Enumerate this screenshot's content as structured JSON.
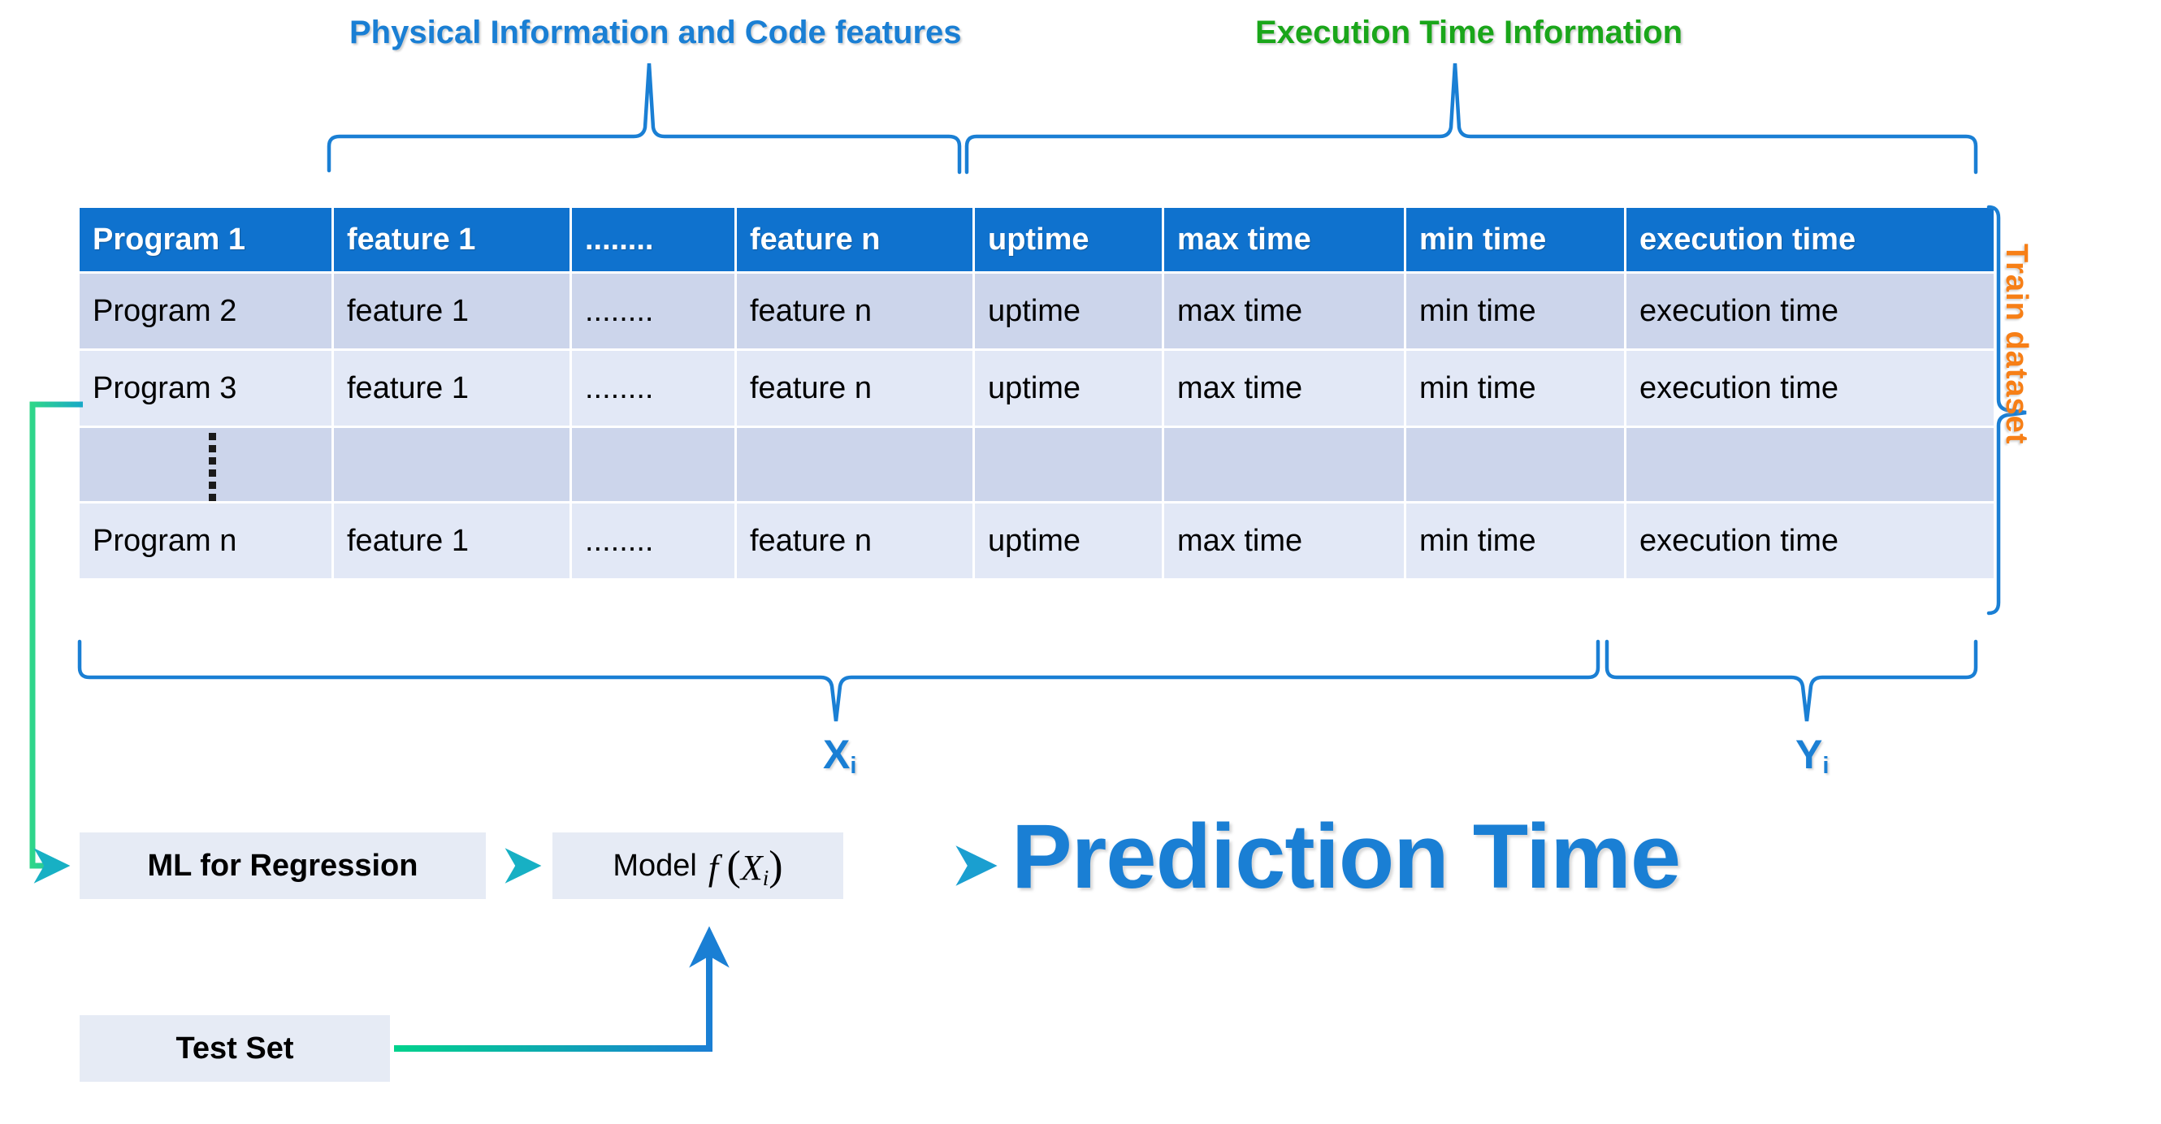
{
  "captions": {
    "physical": "Physical Information and Code features",
    "execution": "Execution Time Information",
    "physical_color": "#1a7fd4",
    "execution_color": "#1aa61a"
  },
  "table": {
    "header_bg": "#0f72ce",
    "row_dark_bg": "#ccd5eb",
    "row_light_bg": "#e2e8f6",
    "headers": [
      "Program 1",
      "feature 1",
      "........",
      "feature n",
      "uptime",
      "max time",
      "min time",
      "execution time"
    ],
    "rows": [
      {
        "style": "dark",
        "cells": [
          "Program 2",
          "feature 1",
          "........",
          "feature n",
          "uptime",
          "max time",
          "min time",
          "execution time"
        ]
      },
      {
        "style": "light",
        "cells": [
          "Program 3",
          "feature 1",
          "........",
          "feature n",
          "uptime",
          "max time",
          "min time",
          "execution time"
        ]
      },
      {
        "style": "dark",
        "ellipsis": true,
        "cells": [
          "",
          "",
          "",
          "",
          "",
          "",
          "",
          ""
        ]
      },
      {
        "style": "light",
        "cells": [
          "Program n",
          "feature 1",
          "........",
          "feature n",
          "uptime",
          "max time",
          "min time",
          "execution time"
        ]
      }
    ]
  },
  "annotations": {
    "train_dataset": "Train dataset",
    "train_dataset_color": "#f77f16",
    "x_symbol": "X",
    "x_subscript": "i",
    "y_symbol": "Y",
    "y_subscript": "i",
    "brace_color": "#1a7fd4"
  },
  "flow": {
    "ml_box": "ML for Regression",
    "model_box_prefix": "Model",
    "model_box_function": "f",
    "model_box_variable": "X",
    "model_box_subscript": "i",
    "test_box": "Test  Set",
    "prediction_time": "Prediction Time",
    "prediction_time_color": "#1a7fd4",
    "box_bg": "#e6ebf5",
    "arrow_green": "#00cc88",
    "arrow_blue": "#1a7fd4"
  }
}
